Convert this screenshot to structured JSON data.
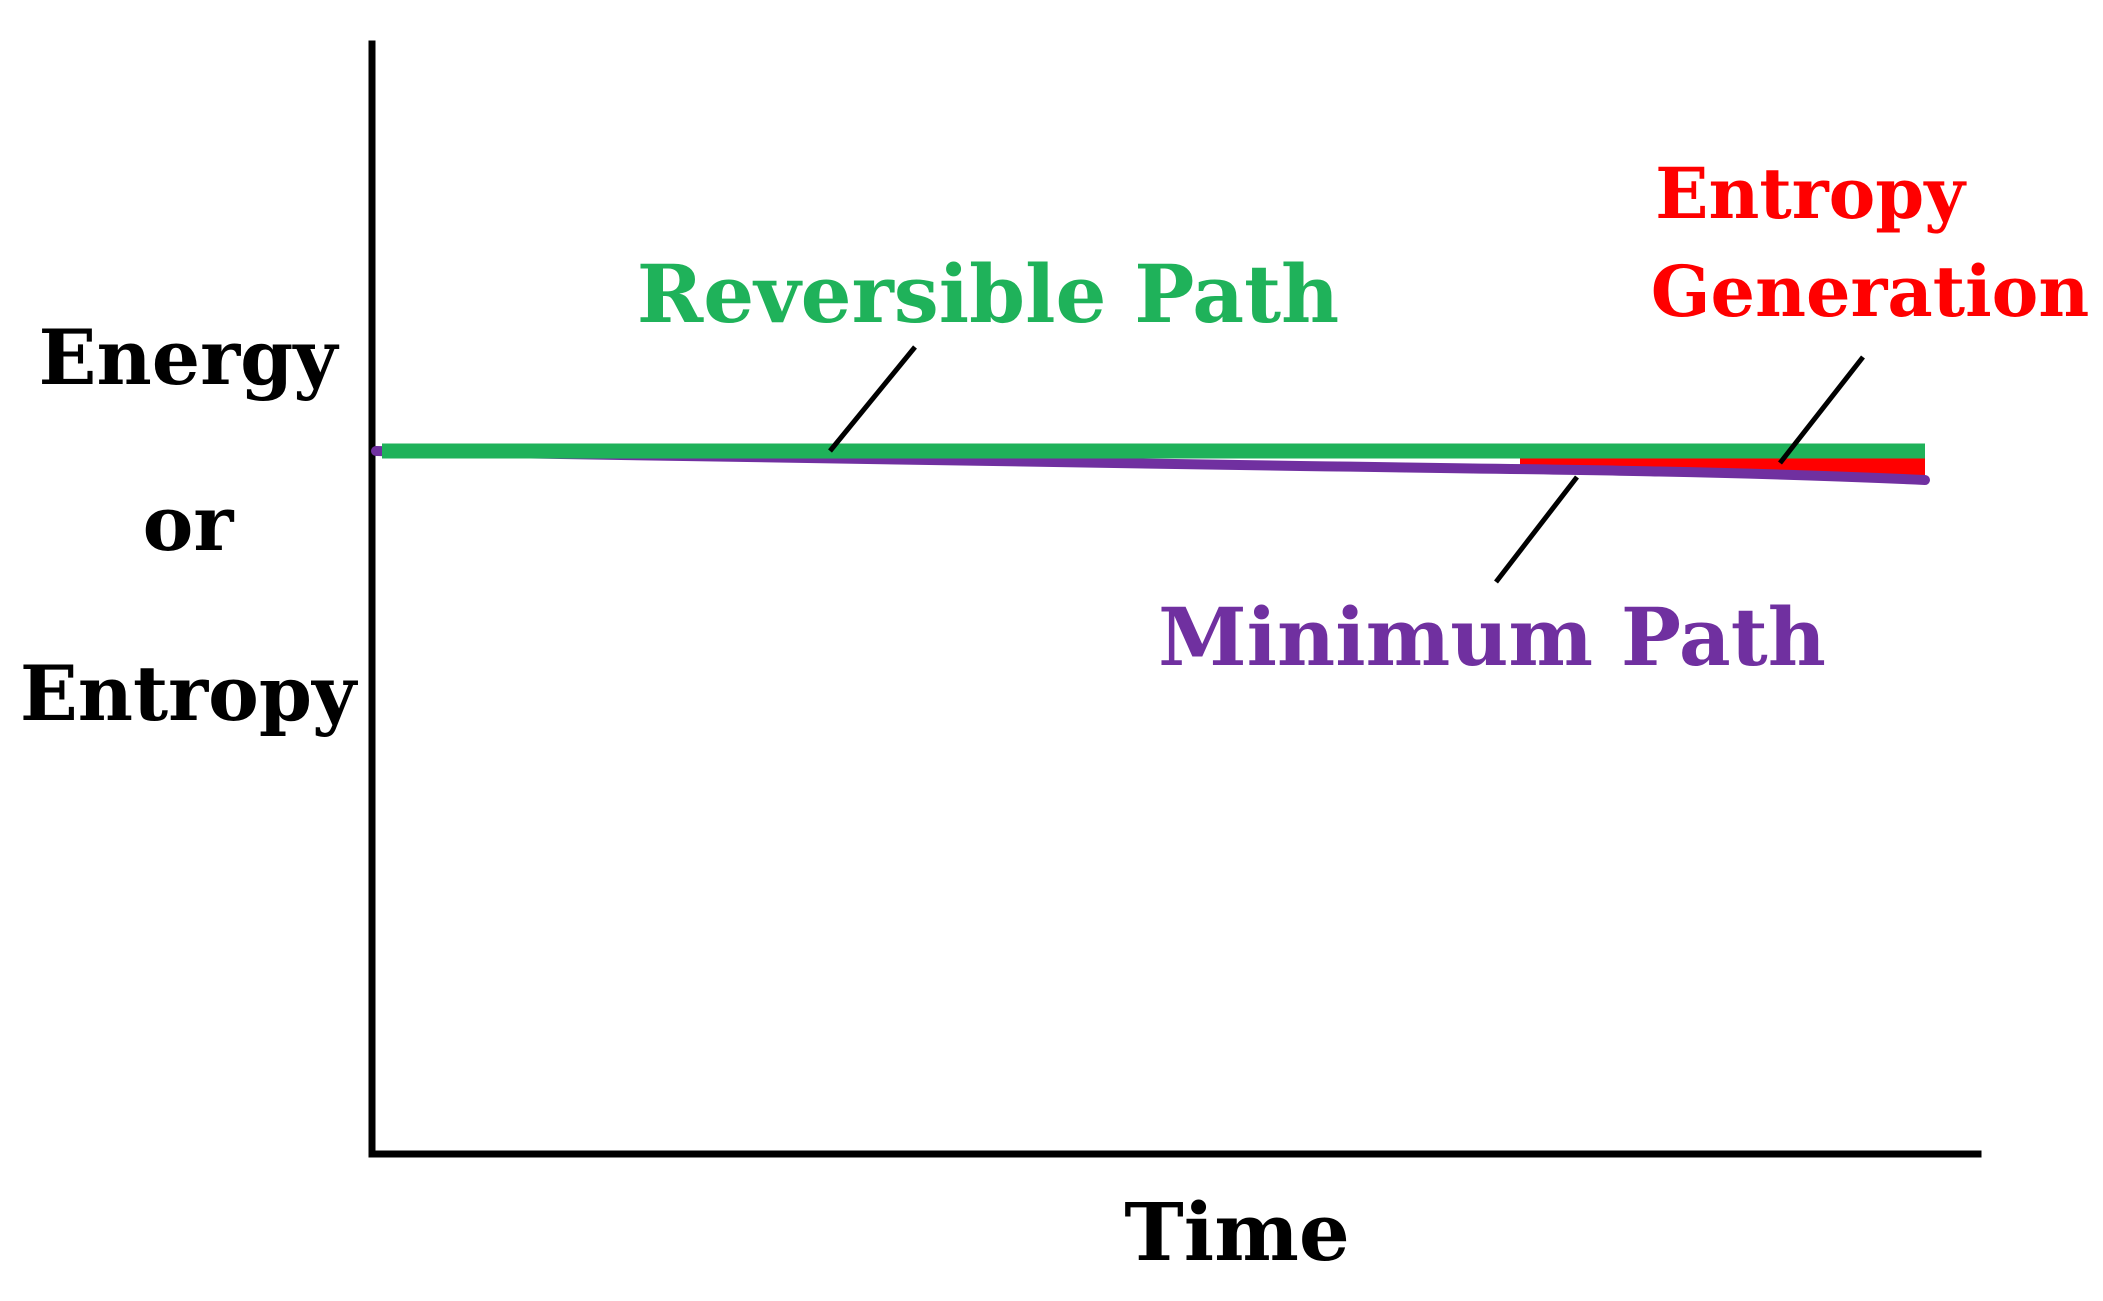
{
  "figure": {
    "y_axis_label_lines": [
      "Energy",
      "or",
      "Entropy"
    ],
    "x_axis_label": "Time",
    "labels": {
      "reversible": "Reversible Path",
      "entropy_line1": "Entropy",
      "entropy_line2": "Generation",
      "minimum": "Minimum Path"
    },
    "colors": {
      "axis": "#000000",
      "text": "#000000",
      "reversible": "#1fb25a",
      "entropy_generation": "#ff0000",
      "minimum": "#7030a0"
    }
  }
}
